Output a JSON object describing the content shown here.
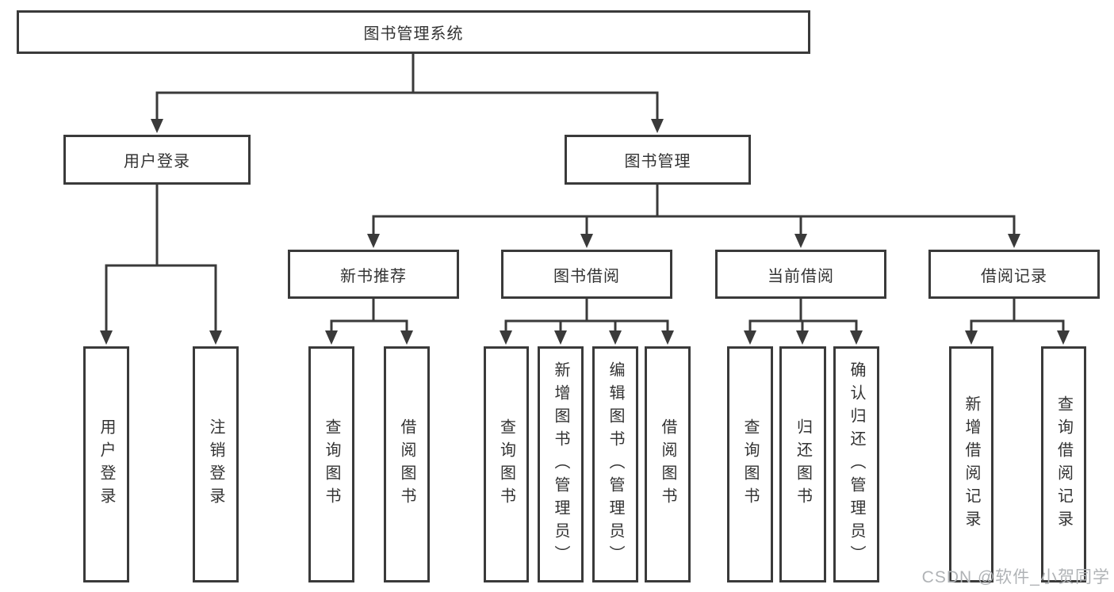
{
  "colors": {
    "line": "#3a3a3a",
    "box_border": "#3a3a3a",
    "text": "#333333",
    "watermark": "#b0b3b6",
    "background": "#ffffff"
  },
  "tree": {
    "root": "图书管理系统",
    "user_login": "用户登录",
    "book_mgmt": "图书管理",
    "new_book_rec": "新书推荐",
    "book_borrow": "图书借阅",
    "current_borrow": "当前借阅",
    "borrow_records": "借阅记录",
    "leaf_user_login": "用户登录",
    "leaf_logout": "注销登录",
    "leaf_nbr_query": "查询图书",
    "leaf_nbr_borrow": "借阅图书",
    "leaf_bb_query": "查询图书",
    "leaf_bb_add": "新增图书（管理员）",
    "leaf_bb_edit": "编辑图书（管理员）",
    "leaf_bb_borrow": "借阅图书",
    "leaf_cb_query": "查询图书",
    "leaf_cb_return": "归还图书",
    "leaf_cb_confirm": "确认归还（管理员）",
    "leaf_br_add": "新增借阅记录",
    "leaf_br_query": "查询借阅记录"
  },
  "watermark": "CSDN @软件_小贺同学"
}
